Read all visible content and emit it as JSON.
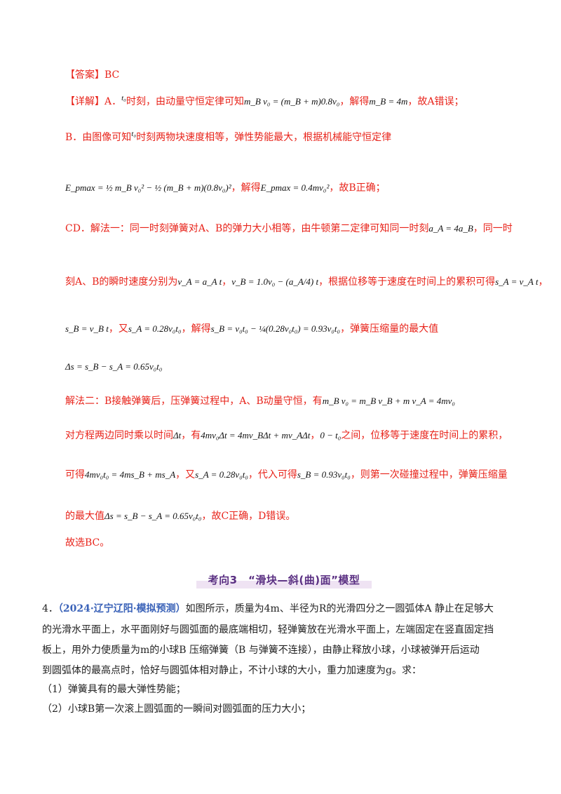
{
  "answer": {
    "label": "【答案】",
    "value": "BC"
  },
  "explanation": {
    "label": "【详解】",
    "lineA": {
      "pre": "A．",
      "t0": "t₀",
      "mid": "时刻，由动量守恒定律可知",
      "eq1": "m_B v₀ = (m_B + m)0.8v₀",
      "mid2": "，解得",
      "eq2": "m_B = 4m",
      "post": "，故A错误；"
    },
    "lineB": {
      "pre": "B．由图像可知",
      "t0": "t₀",
      "post": "时刻两物块速度相等，弹性势能最大，根据机械能守恒定律"
    },
    "lineB2": {
      "eq": "E_pmax = ½ m_B v₀² − ½ (m_B + m)(0.8v₀)²",
      "mid": "，解得",
      "eq2": "E_pmax = 0.4mv₀²",
      "post": "，故B正确；"
    },
    "lineCD1": {
      "pre": "CD．解法一：同一时刻弹簧对A、B的弹力大小相等，由牛顿第二定律可知同一时刻",
      "eq": "a_A = 4a_B",
      "post": "，同一时"
    },
    "lineCD2": {
      "pre": "刻A、B的瞬时速度分别为",
      "eq1": "v_A = a_A t",
      "sep": "，",
      "eq2": "v_B = 1.0v₀ − (a_A/4) t",
      "mid": "，根据位移等于速度在时间上的累积可得",
      "eq3": "s_A = v_A t",
      "post": "，"
    },
    "lineCD3": {
      "eq1": "s_B = v_B t",
      "mid1": "，又",
      "eq2": "s_A = 0.28v₀t₀",
      "mid2": "，解得",
      "eq3": "s_B = v₀t₀ − ¼(0.28v₀t₀) = 0.93v₀t₀",
      "post": "，弹簧压缩量的最大值"
    },
    "lineCD4": {
      "eq": "Δs = s_B − s_A = 0.65v₀t₀"
    },
    "line2_1": {
      "pre": "解法二：B接触弹簧后，压弹簧过程中，A、B动量守恒，有",
      "eq": "m_B v₀ = m_B v_B + m v_A = 4mv₀"
    },
    "line2_2": {
      "pre": "对方程两边同时乘以时间",
      "eq1": "Δt",
      "mid": "，有",
      "eq2": "4mv₀Δt = 4mv_BΔt + mv_AΔt",
      "sep": "，",
      "eq3": "0 − t₀",
      "post": "之间，位移等于速度在时间上的累积，"
    },
    "line2_3": {
      "pre": "可得",
      "eq1": "4mv₀t₀ = 4ms_B + ms_A",
      "mid1": "，又",
      "eq2": "s_A = 0.28v₀t₀",
      "mid2": "，代入可得",
      "eq3": "s_B = 0.93v₀t₀",
      "post": "，则第一次碰撞过程中，弹簧压缩量"
    },
    "line2_4": {
      "pre": "的最大值",
      "eq": "Δs = s_B − s_A = 0.65v₀t₀",
      "post": "，故C正确，D错误。"
    },
    "final": "故选BC。"
  },
  "section": {
    "title": "考向3　“滑块—斜(曲)面”模型"
  },
  "question": {
    "number": "4．",
    "source": "（2024·辽宁辽阳·模拟预测）",
    "line1": "如图所示，质量为4m、半径为R的光滑四分之一圆弧体A 静止在足够大",
    "line2": "的光滑水平面上，水平面刚好与圆弧面的最底端相切，轻弹簧放在光滑水平面上，左端固定在竖直固定挡",
    "line3": "板上，用外力使质量为m的小球B 压缩弹簧（B 与弹簧不连接），由静止释放小球，小球被弹开后运动",
    "line4": "到圆弧体的最高点时，恰好与圆弧体相对静止，不计小球的大小，重力加速度为g。求：",
    "sub1": "（1）弹簧具有的最大弹性势能；",
    "sub2": "（2）小球B第一次滚上圆弧面的一瞬间对圆弧面的压力大小；"
  },
  "colors": {
    "accent_red": "#e8231a",
    "title_purple": "#5a2f82",
    "source_blue": "#3a62b8"
  }
}
